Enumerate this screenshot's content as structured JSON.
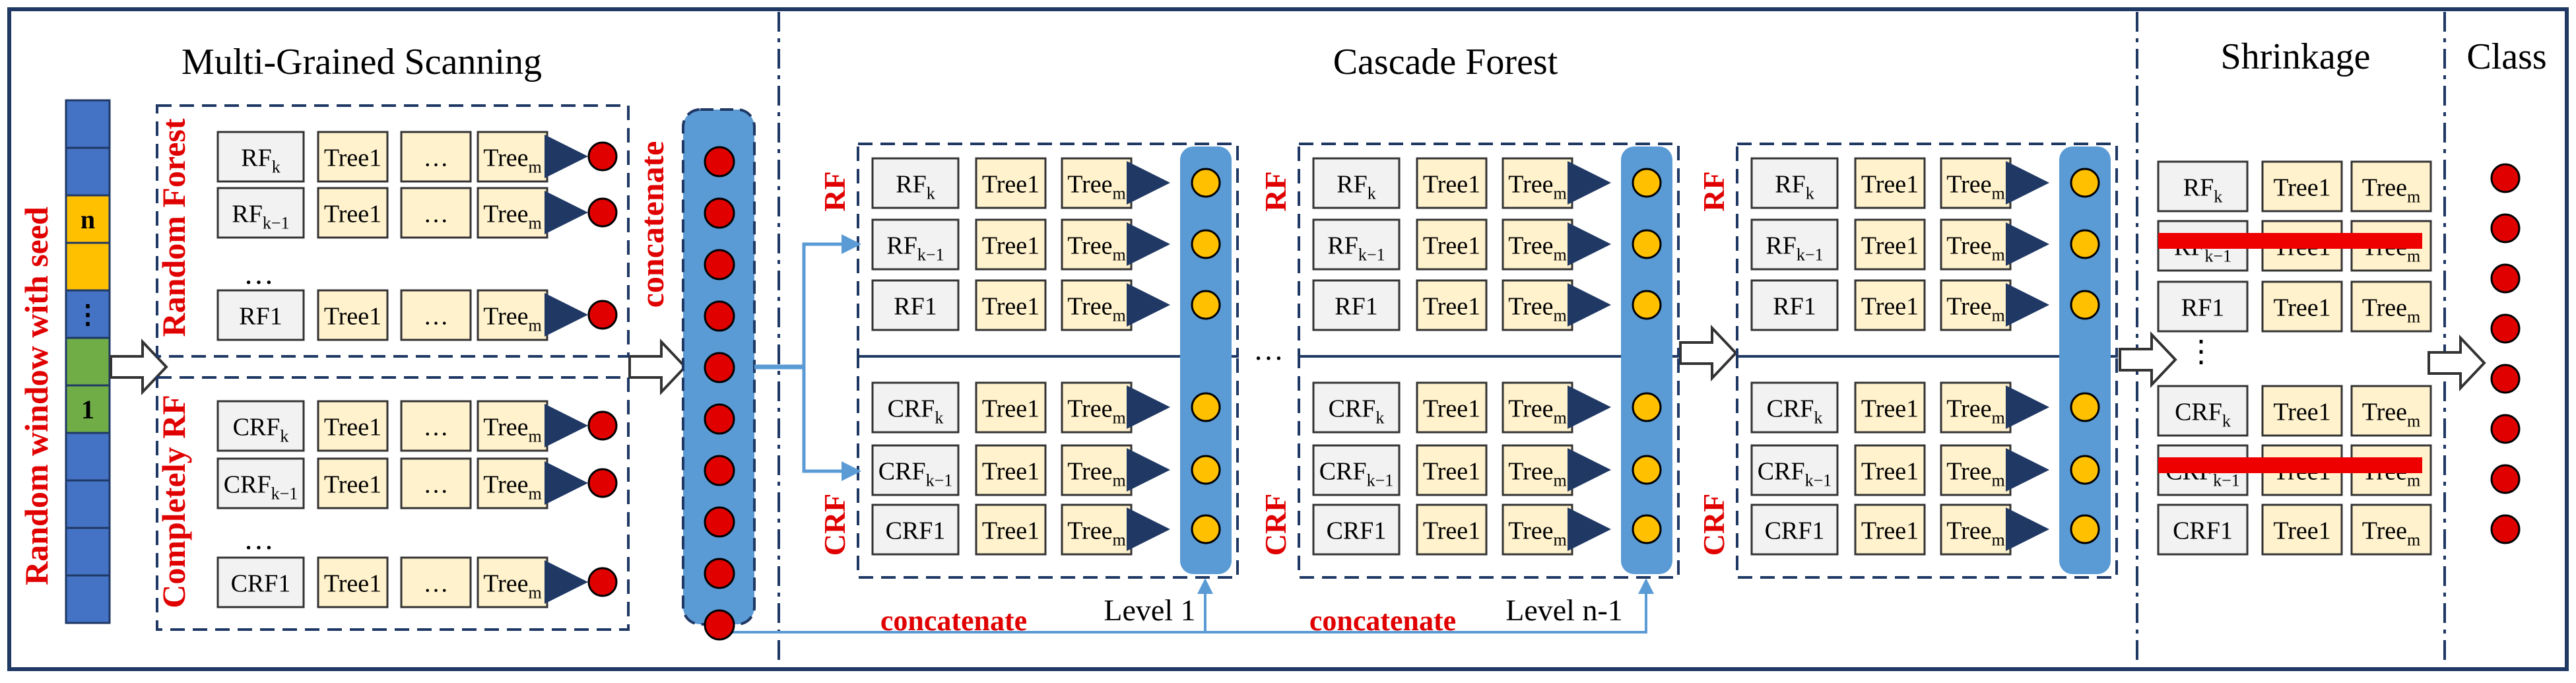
{
  "sections": {
    "mgs_title": "Multi-Grained Scanning",
    "cascade_title": "Cascade Forest",
    "shrinkage_title": "Shrinkage",
    "class_title": "Class"
  },
  "labels": {
    "random_window": "Random window with seed",
    "random_forest": "Random Forest",
    "completely_rf": "Completely RF",
    "concatenate_vertical": "concatenate",
    "rf": "RF",
    "crf": "CRF",
    "concatenate": "concatenate",
    "level1": "Level 1",
    "level_n1": "Level n-1",
    "ellipsis": "…"
  },
  "input_vector": {
    "cells": [
      "",
      "",
      "n",
      "",
      "⋮",
      "",
      "1",
      "",
      "",
      "",
      ""
    ]
  },
  "trees": {
    "tree1": "Tree1",
    "tree_m_base": "Tree",
    "tree_m_sub": "m",
    "dots": "…"
  },
  "forests": {
    "rf_k": {
      "base": "RF",
      "sub": "k"
    },
    "rf_k1": {
      "base": "RF",
      "sub": "k−1"
    },
    "rf_1": {
      "base": "RF1",
      "sub": ""
    },
    "crf_k": {
      "base": "CRF",
      "sub": "k"
    },
    "crf_k1": {
      "base": "CRF",
      "sub": "k−1"
    },
    "crf_1": {
      "base": "CRF1",
      "sub": ""
    }
  },
  "colors": {
    "frame": "#1f3864",
    "blue_cell": "#4472c4",
    "yellow_cell": "#ffc000",
    "green_cell": "#70ad47",
    "concat_bar": "#5b9bd5",
    "red_dot": "#e00000",
    "yellow_dot": "#ffc000",
    "arrow": "#1f3864",
    "red_text": "#e00000",
    "tree_fill": "#fff2cc",
    "forest_fill": "#f2f2f2",
    "strike": "#ee0000"
  }
}
